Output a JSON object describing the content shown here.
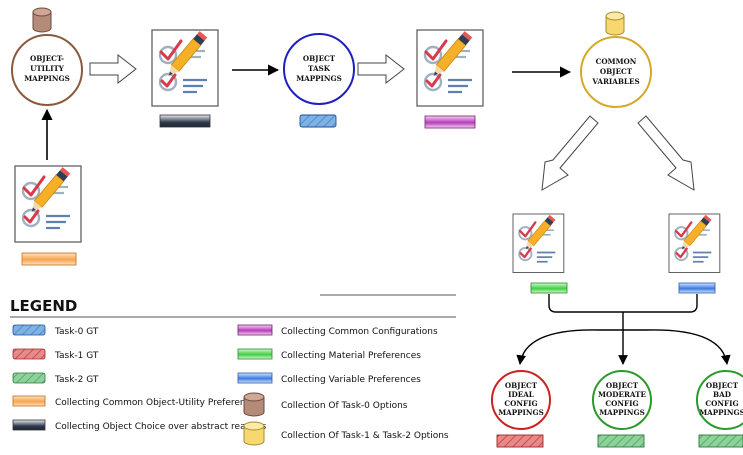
{
  "nodes": {
    "object_utility": [
      "OBJECT-",
      "UTILITY",
      "MAPPINGS"
    ],
    "object_task": [
      "OBJECT",
      "TASK",
      "MAPPINGS"
    ],
    "common_variables": [
      "COMMON",
      "OBJECT",
      "VARIABLES"
    ],
    "ideal": [
      "OBJECT",
      "IDEAL",
      "CONFIG",
      "MAPPINGS"
    ],
    "moderate": [
      "OBJECT",
      "MODERATE",
      "CONFIG",
      "MAPPINGS"
    ],
    "bad": [
      "OBJECT",
      "BAD",
      "CONFIG",
      "MAPPINGS"
    ]
  },
  "legend": {
    "title": "LEGEND",
    "left": [
      "Task-0 GT",
      "Task-1 GT",
      "Task-2 GT",
      "Collecting Common Object-Utility Preference",
      "Collecting Object Choice over abstract reasons"
    ],
    "right": [
      "Collecting Common Configurations",
      "Collecting Material Preferences",
      "Collecting Variable Preferences",
      "Collection Of Task-0 Options",
      "Collection Of Task-1 & Task-2 Options"
    ]
  },
  "colors": {
    "task0_gt": "#6fa8dc",
    "task1_gt": "#e06666",
    "task2_gt": "#6abf7b",
    "utility_pref": "#f6a04d",
    "abstract_reasons": "#3d4a5c",
    "common_configs": "#b93bb9",
    "material_prefs": "#4fd14f",
    "variable_prefs": "#4a86e8",
    "db_brown": "#b07a63",
    "db_yellow": "#f7dc7a",
    "circle_brown": "#8b5a3c",
    "circle_blue": "#1f1fbf",
    "circle_gold": "#d4a828",
    "circle_red": "#cc2222",
    "circle_green": "#2a9a2a"
  }
}
